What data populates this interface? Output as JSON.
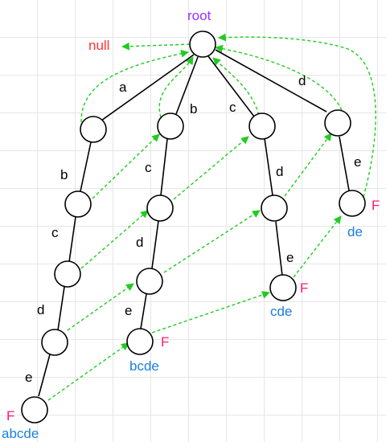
{
  "colors": {
    "edge": "#000000",
    "fail_link": "#1fcc1f",
    "root": "#9b30ff",
    "null": "#ff3333",
    "word": "#1a7fe0",
    "flag": "#ff1a75"
  },
  "labels": {
    "root": "root",
    "null": "null",
    "edge_a": "a",
    "edge_b_top": "b",
    "edge_c_top": "c",
    "edge_d_top": "d",
    "edge_b_1": "b",
    "edge_c_1": "c",
    "edge_d_1": "d",
    "edge_e_1": "e",
    "edge_c_2": "c",
    "edge_d_2": "d",
    "edge_e_2": "e",
    "edge_d_3": "d",
    "edge_e_3": "e",
    "edge_e_4": "e",
    "word_abcde": "abcde",
    "word_bcde": "bcde",
    "word_cde": "cde",
    "word_de": "de",
    "flag": "F"
  }
}
